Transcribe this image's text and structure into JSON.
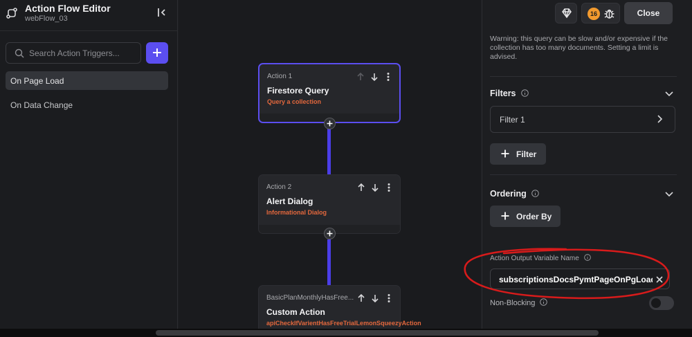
{
  "sidebar": {
    "title": "Action Flow Editor",
    "subtitle": "webFlow_03",
    "search": {
      "placeholder": "Search Action Triggers..."
    },
    "triggers": [
      {
        "label": "On Page Load",
        "active": true
      },
      {
        "label": "On Data Change",
        "active": false
      }
    ]
  },
  "canvas": {
    "nodes": [
      {
        "label": "Action 1",
        "title": "Firestore Query",
        "subtitle": "Query a collection"
      },
      {
        "label": "Action 2",
        "title": "Alert Dialog",
        "subtitle": "Informational Dialog"
      },
      {
        "label": "BasicPlanMonthlyHasFree...",
        "title": "Custom Action",
        "subtitle": "apiCheckIfVarientHasFreeTrialLemonSqueezyAction"
      }
    ]
  },
  "panel": {
    "header": {
      "badge_count": "16",
      "close_label": "Close"
    },
    "warning": "Warning: this query can be slow and/or expensive if the collection has too many documents. Setting a limit is advised.",
    "filters": {
      "title": "Filters",
      "items": [
        "Filter 1"
      ],
      "add_label": "Filter"
    },
    "ordering": {
      "title": "Ordering",
      "add_label": "Order By"
    },
    "output_variable": {
      "label": "Action Output Variable Name",
      "value": "subscriptionsDocsPymtPageOnPgLoad"
    },
    "non_blocking": {
      "label": "Non-Blocking",
      "enabled": false
    }
  },
  "colors": {
    "accent": "#5b4ef0",
    "subtitle_orange": "#e4683d",
    "badge": "#f29a2e",
    "annotation_red": "#d81b1b"
  }
}
